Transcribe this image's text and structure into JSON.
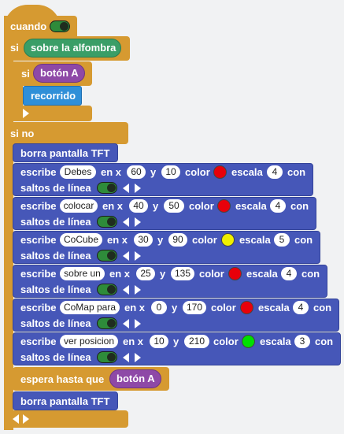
{
  "hat": {
    "label": "cuando"
  },
  "if1": {
    "label": "si",
    "condition": "sobre la alfombra"
  },
  "if2": {
    "label": "si",
    "condition": "botón A"
  },
  "call": {
    "label": "recorrido"
  },
  "else": {
    "label": "si no"
  },
  "clear1": {
    "label": "borra pantalla TFT"
  },
  "write_labels": {
    "write": "escribe",
    "at_x": "en x",
    "y": "y",
    "color": "color",
    "scale": "escala",
    "with": "con",
    "wrap": "saltos de línea"
  },
  "writes": [
    {
      "text": "Debes",
      "x": "60",
      "y": "10",
      "color": "#e8000a",
      "scale": "4"
    },
    {
      "text": "colocar",
      "x": "40",
      "y": "50",
      "color": "#e8000a",
      "scale": "4"
    },
    {
      "text": "CoCube",
      "x": "30",
      "y": "90",
      "color": "#f0f000",
      "scale": "5"
    },
    {
      "text": "sobre un",
      "x": "25",
      "y": "135",
      "color": "#e8000a",
      "scale": "4"
    },
    {
      "text": "CoMap para",
      "x": "0",
      "y": "170",
      "color": "#e8000a",
      "scale": "4"
    },
    {
      "text": "ver posicion",
      "x": "10",
      "y": "210",
      "color": "#00e000",
      "scale": "3"
    }
  ],
  "wait": {
    "label": "espera hasta que",
    "condition": "botón A"
  },
  "clear2": {
    "label": "borra pantalla TFT"
  }
}
